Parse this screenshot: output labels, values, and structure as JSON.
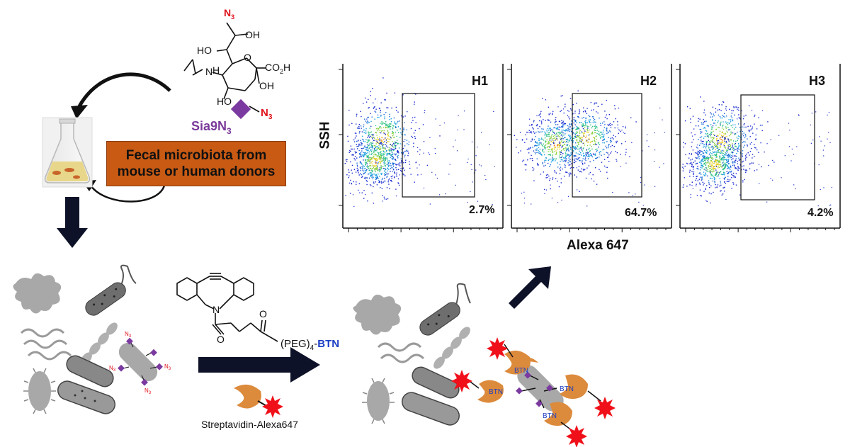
{
  "molecule": {
    "name": "Sia9N",
    "name_sub": "3",
    "n3_top": "N",
    "n3_top_sub": "3",
    "oh1": "OH",
    "ho1": "HO",
    "co2h": "CO",
    "co2h_sub": "2",
    "co2h_tail": "H",
    "oh2": "OH",
    "ho2": "HO",
    "hn": "H",
    "hn_n": "N",
    "o_ring": "O",
    "o_acetyl": "",
    "n3_symbol": "N",
    "n3_symbol_sub": "3"
  },
  "banner": {
    "line1": "Fecal microbiota from",
    "line2": "mouse or human donors"
  },
  "reagent": {
    "peg_text": "(PEG)",
    "peg_sub": "4",
    "btn_dash": "-",
    "btn": "BTN",
    "n_atom": "N",
    "o1": "O",
    "o2": "O",
    "streptavidin_label": "Streptavidin-Alexa647"
  },
  "labeled_cell": {
    "azide": "N",
    "azide_sub": "3",
    "btn": "BTN"
  },
  "flow": {
    "y_axis_label": "SSH",
    "x_axis_label": "Alexa 647",
    "panels": [
      {
        "name": "H1",
        "gate_percent": "2.7%"
      },
      {
        "name": "H2",
        "gate_percent": "64.7%"
      },
      {
        "name": "H3",
        "gate_percent": "4.2%"
      }
    ]
  },
  "colors": {
    "banner_fill": "#c85a14",
    "sia_label": "#7a3a9a",
    "azide_red": "#e0101a",
    "btn_blue": "#1c3fc4",
    "linker_purple": "#7a3aa0",
    "streptavidin_orange": "#dc8a3c",
    "alexa_red": "#f0101a",
    "arrow_dark": "#0e1228",
    "microbe_gray": "#9a9a9a"
  }
}
